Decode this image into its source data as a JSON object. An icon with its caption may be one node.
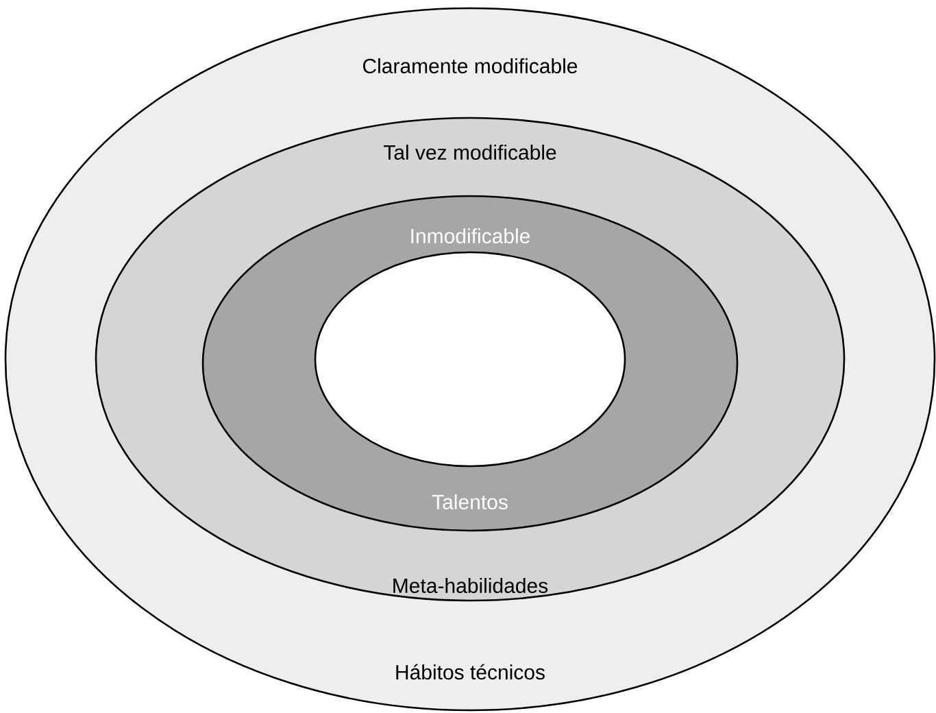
{
  "diagram": {
    "nodes": [
      {
        "text": [
          "Claramente modificable",
          "Hábitos técnicos"
        ]
      },
      {
        "text": [
          "Tal vez modificable",
          "Meta-habilidades"
        ],
        "in": 0
      },
      {
        "text": [
          "Inmodificable",
          "Talentos"
        ],
        "in": 1
      },
      {
        "text": [],
        "shape": "ellipse",
        "in": 2
      }
    ]
  }
}
